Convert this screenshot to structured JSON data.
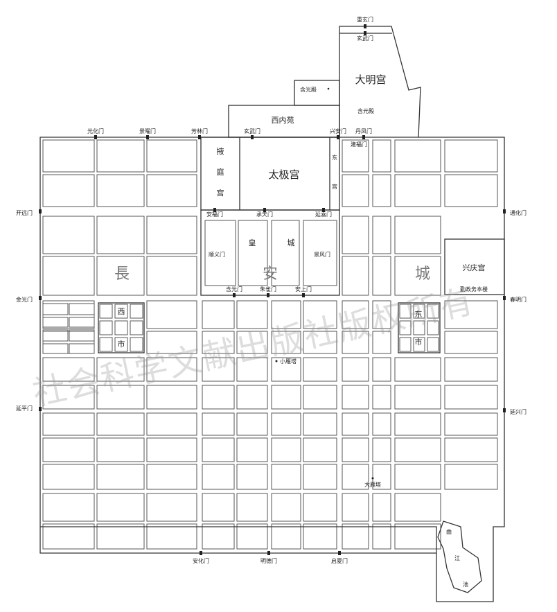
{
  "colors": {
    "line": "#333333",
    "block": "#555555",
    "watermark": "#999999"
  },
  "gates": {
    "chongxuan": "重玄门",
    "xuanwu": "玄武门",
    "guanghua": "光化门",
    "jingyao": "景曜门",
    "fanglin": "芳林门",
    "xuanwu2": "玄武门",
    "xingan": "兴安门",
    "danfeng": "丹凤门",
    "jianfu": "建福门",
    "kaiyuan": "开远门",
    "jinguang": "金光门",
    "yanping": "延平门",
    "tonghua": "通化门",
    "chunming": "春明门",
    "yanxing": "延兴门",
    "anfu": "安福门",
    "chengtian": "承天门",
    "yanxi": "延喜门",
    "shunyi": "顺义门",
    "jingfeng": "景风门",
    "hanguang": "含光门",
    "zhuque": "朱雀门",
    "anshang": "安上门",
    "anhua": "安化门",
    "mingde": "明德门",
    "qixia": "启夏门"
  },
  "places": {
    "daming": "大明宫",
    "hanguang_dian": "含光殿",
    "hanyuan_dian": "含元殿",
    "xineiyuan": "西内苑",
    "yeting_1": "掖",
    "yeting_2": "庭",
    "yeting_3": "宫",
    "taiji": "太极宫",
    "dong_1": "东",
    "dong_2": "宫",
    "huang": "皇",
    "cheng": "城",
    "city_1": "長",
    "city_2": "安",
    "city_3": "城",
    "xishi_1": "西",
    "xishi_2": "市",
    "dongshi_1": "东",
    "dongshi_2": "市",
    "xingqing": "兴庆宫",
    "qinzheng": "勤政务本楼",
    "xiaoyan": "小雁塔",
    "dayan": "大雁塔",
    "qujiang_1": "曲",
    "qujiang_2": "江",
    "qujiang_3": "池"
  },
  "watermark": "社会科学文献出版社版权所有"
}
